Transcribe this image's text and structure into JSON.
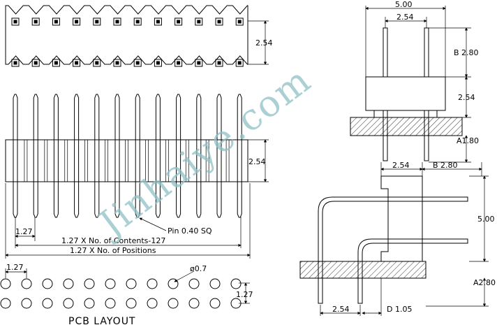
{
  "top_view": {
    "pitch_dim": "2.54"
  },
  "front_view": {
    "pitch_dim": "2.54",
    "pin_pitch": "1.27",
    "pin_label": "Pin 0.40 SQ",
    "dim_contents": "1.27 X No. of Contents-127",
    "dim_positions": "1.27 X No. of Positions"
  },
  "pcb_layout": {
    "title": "PCB LAYOUT",
    "pitch_x": "1.27",
    "pitch_y": "1.27",
    "hole_dia": "ø0.7"
  },
  "side_view": {
    "top_width": "5.00",
    "pin_spacing": "2.54",
    "dim_b": "B 2.80",
    "body_height": "2.54",
    "dim_a": "A1.80"
  },
  "right_angle_view": {
    "pitch": "2.54",
    "dim_b": "B 2.80",
    "height": "5.00",
    "dim_a": "A2.80",
    "bottom_pitch": "2.54",
    "dim_d": "D 1.05"
  },
  "watermark": "Jinhaiye.com"
}
